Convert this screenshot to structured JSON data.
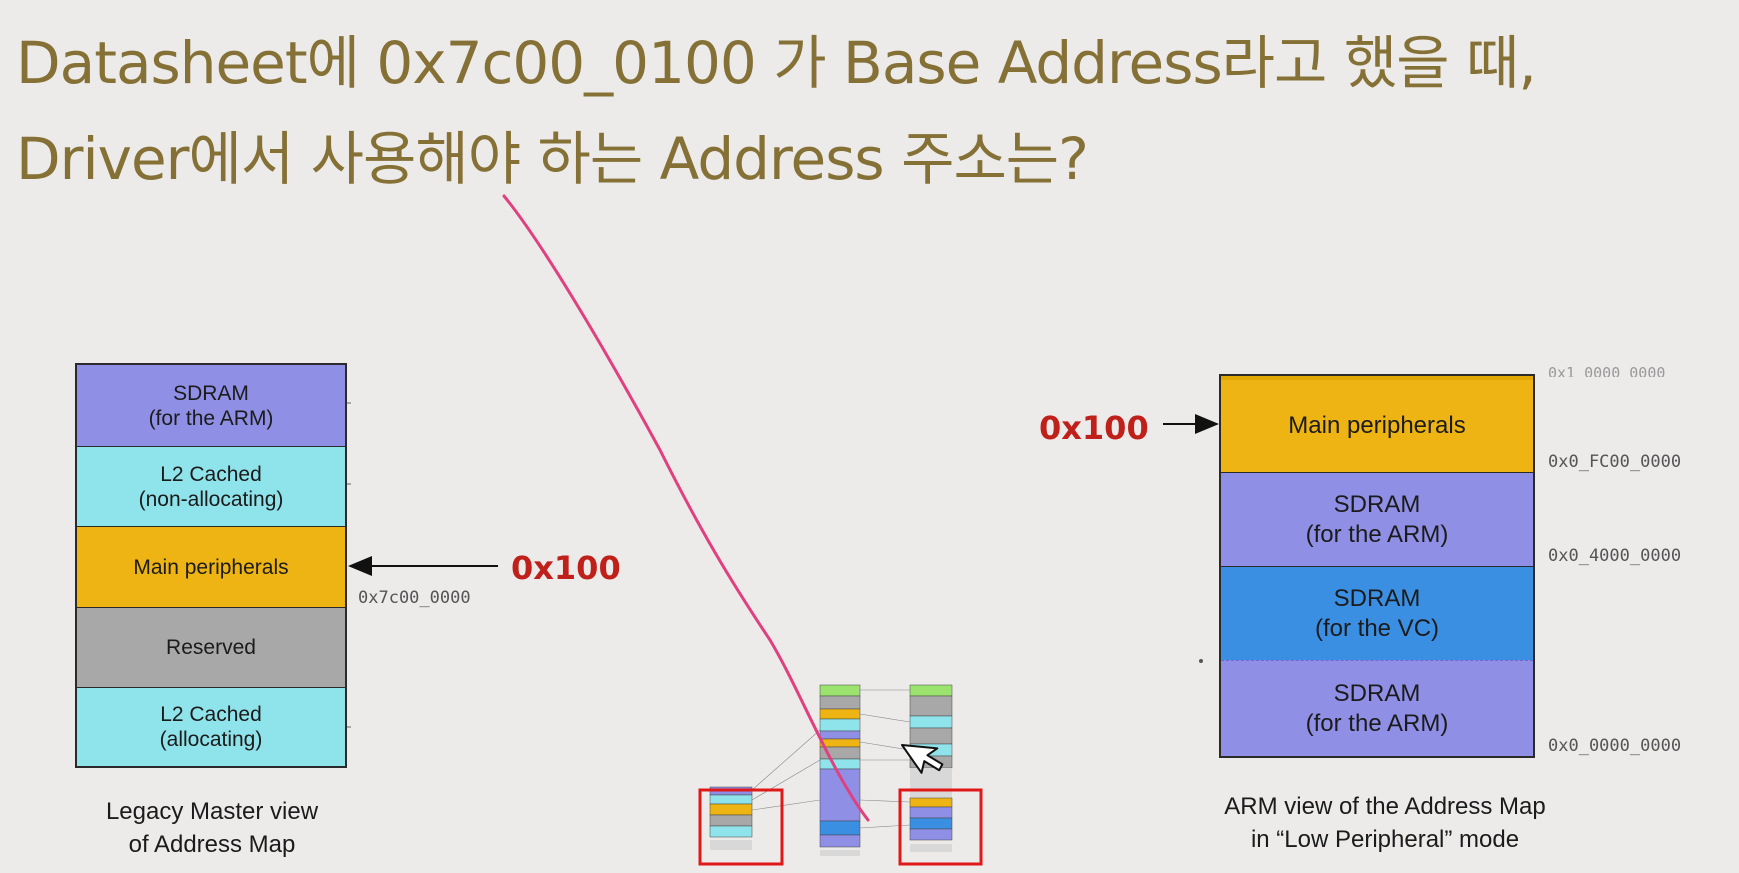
{
  "question": {
    "line1": "Datasheet에 0x7c00_0100 가 Base Address라고 했을 때,",
    "line2": "Driver에서 사용해야 하는 Address 주소는?"
  },
  "left_map": {
    "blocks": [
      {
        "label": "SDRAM\n(for the ARM)",
        "color": "#8f8fe6"
      },
      {
        "label": "L2 Cached\n(non-allocating)",
        "color": "#8fe3ea"
      },
      {
        "label": "Main peripherals",
        "color": "#eeb413"
      },
      {
        "label": "Reserved",
        "color": "#a8a8a8"
      },
      {
        "label": "L2 Cached\n(allocating)",
        "color": "#8fe3ea"
      }
    ],
    "address": "0x7c00_0000",
    "offset": "0x100",
    "caption": "Legacy Master view\nof Address Map"
  },
  "right_map": {
    "blocks": [
      {
        "label": "Main peripherals",
        "color": "#eeb413"
      },
      {
        "label": "SDRAM\n(for the ARM)",
        "color": "#8f8fe6"
      },
      {
        "label": "SDRAM\n(for the VC)",
        "color": "#3b8fe3"
      },
      {
        "label": "SDRAM\n(for the ARM)",
        "color": "#8f8fe6"
      }
    ],
    "addresses": [
      "0x0_FC00_0000",
      "0x0_4000_0000",
      "0x0_0000_0000"
    ],
    "offset": "0x100",
    "caption": "ARM view of the Address Map\nin “Low Peripheral” mode"
  },
  "colors": {
    "title": "#857136",
    "offset_label": "#c0201a",
    "pen_stroke": "#e0407f",
    "highlight_box": "#e01818"
  }
}
